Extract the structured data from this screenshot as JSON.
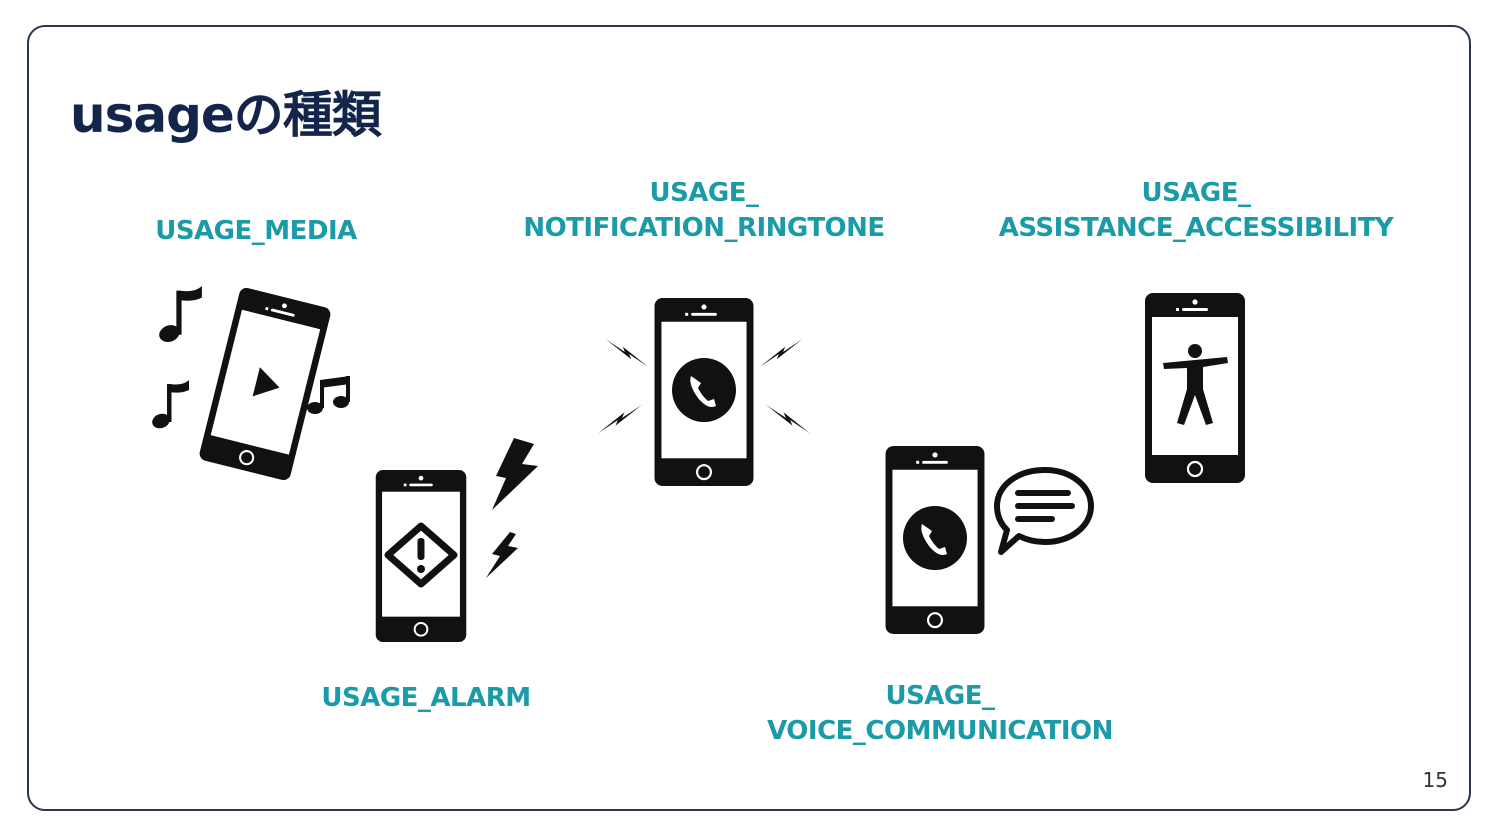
{
  "slide": {
    "title": "usageの種類",
    "page_number": "15"
  },
  "usages": {
    "media": {
      "label": "USAGE_MEDIA",
      "icon": "phone-play-music-icon"
    },
    "notification": {
      "label_line1": "USAGE_",
      "label_line2": "NOTIFICATION_RINGTONE",
      "icon": "phone-ringing-icon"
    },
    "accessibility": {
      "label_line1": "USAGE_",
      "label_line2": "ASSISTANCE_ACCESSIBILITY",
      "icon": "phone-accessibility-icon"
    },
    "alarm": {
      "label": "USAGE_ALARM",
      "icon": "phone-alarm-icon"
    },
    "voice": {
      "label_line1": "USAGE_",
      "label_line2": "VOICE_COMMUNICATION",
      "icon": "phone-voice-chat-icon"
    }
  },
  "colors": {
    "label": "#1b9aa8",
    "title": "#13254a",
    "border": "#2a3550",
    "icon": "#111111"
  }
}
